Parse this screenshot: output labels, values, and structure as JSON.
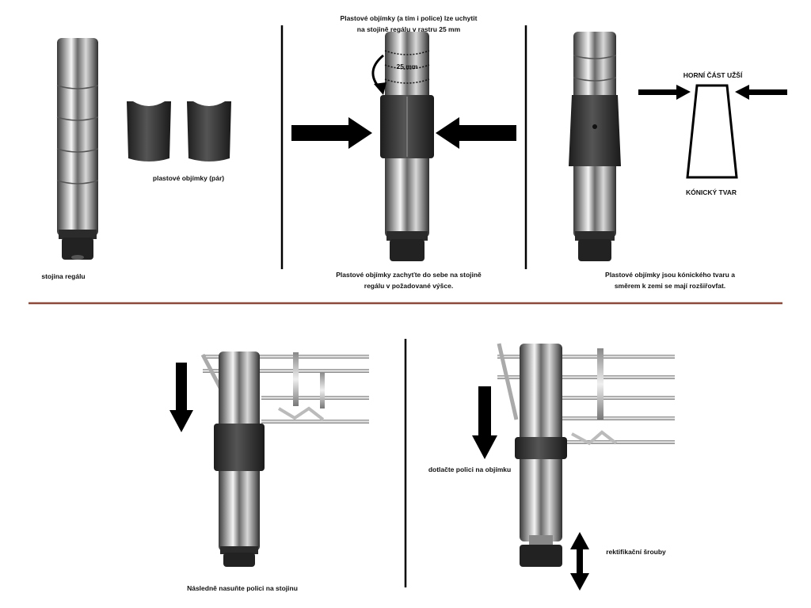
{
  "labels": {
    "pole": "stojina regálu",
    "sleeves_pair": "plastové objímky (pár)",
    "attach_line1": "Plastové objímky (a tím i police) lze uchytit",
    "attach_line2": "na stojině regálu v rastru 25 mm",
    "pitch": "25 mm",
    "snap_line1": "Plastové objímky zachyťte do sebe na stojině",
    "snap_line2": "regálu v požadované výšce.",
    "top_narrow": "HORNÍ ČÁST UŽŠÍ",
    "conical_shape": "KÓNICKÝ TVAR",
    "cone_line1": "Plastové objímky jsou kónického tvaru a",
    "cone_line2": "směrem k zemi se mají rozšiřovfat.",
    "slide_shelf": "Následně nasuňte polici na stojinu",
    "press_shelf": "dotlačte polici na objímku",
    "leveling_screws": "rektifikační šrouby"
  },
  "colors": {
    "divider": "#8b4a3c",
    "chrome_dark": "#4a4a4a",
    "chrome_light": "#f2f2f2",
    "sleeve": "#2e2e2e",
    "arrow": "#000000"
  }
}
